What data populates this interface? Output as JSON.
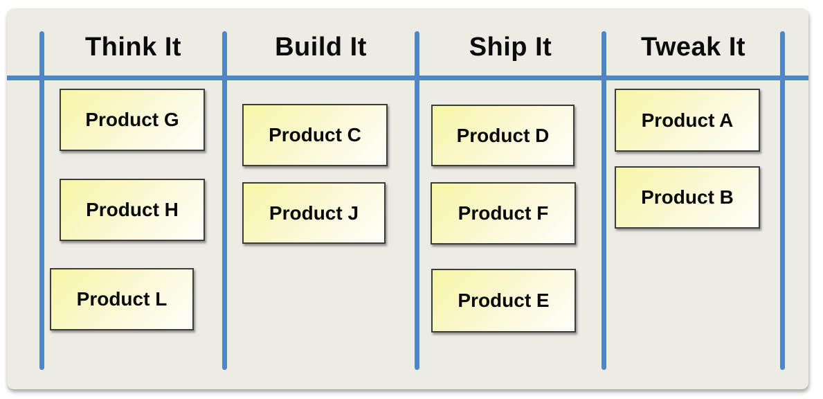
{
  "board": {
    "columns": [
      {
        "label": "Think It",
        "cards": [
          "Product G",
          "Product H",
          "Product L"
        ]
      },
      {
        "label": "Build It",
        "cards": [
          "Product C",
          "Product J"
        ]
      },
      {
        "label": "Ship It",
        "cards": [
          "Product D",
          "Product F",
          "Product E"
        ]
      },
      {
        "label": "Tweak It",
        "cards": [
          "Product A",
          "Product B"
        ]
      }
    ],
    "colors": {
      "divider_blue": "#4E86C6",
      "board_background": "#ECEBE4",
      "card_fill_start": "#F7F5A4",
      "card_fill_end": "#FFFFFB",
      "card_border": "#3B3B38",
      "text": "#0A0A0A"
    }
  }
}
